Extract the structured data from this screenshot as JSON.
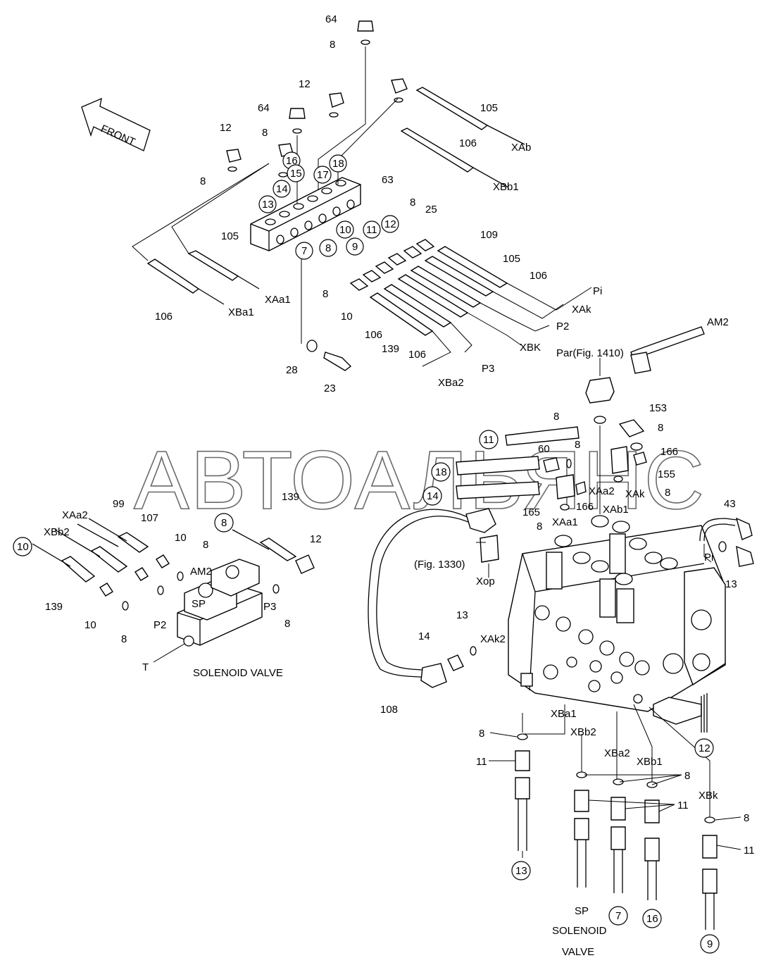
{
  "watermark": "АВТОАЛЬЯНС",
  "direction_label": "FRONT",
  "captions": {
    "solenoid_valve": "SOLENOID VALVE",
    "solenoid": "SOLENOID",
    "valve": "VALVE",
    "fig1330": "(Fig. 1330)",
    "fig1410": "Par(Fig. 1410)"
  },
  "ports": {
    "XAb": "XAb",
    "XBb1": "XBb1",
    "XAa1": "XAa1",
    "XBa1": "XBa1",
    "Pi": "Pi",
    "XAk": "XAk",
    "P2": "P2",
    "XBK": "XBK",
    "P3": "P3",
    "XBa2": "XBa2",
    "AM2": "AM2",
    "XAa2": "XAa2",
    "XBb2": "XBb2",
    "SP": "SP",
    "T": "T",
    "Xop": "Xop",
    "XAk2": "XAk2",
    "XAb1": "XAb1",
    "XBk": "XBk",
    "XBb1_low": "XBb1",
    "XBa2_low": "XBa2",
    "XBb2_low": "XBb2",
    "XBa1_low": "XBa1",
    "XAa1_low": "XAa1",
    "XAa2_low": "XAa2",
    "XAk_low": "XAk",
    "Pi_low": "Pi",
    "AM2_low": "AM2",
    "P2_low": "P2",
    "P3_low": "P3",
    "SP_low": "SP"
  },
  "part_numbers": {
    "n64": "64",
    "n8": "8",
    "n12": "12",
    "n105": "105",
    "n106": "106",
    "n63": "63",
    "n25": "25",
    "n109": "109",
    "n28": "28",
    "n23": "23",
    "n10": "10",
    "n139": "139",
    "n153": "153",
    "n60": "60",
    "n166": "166",
    "n155": "155",
    "n165": "165",
    "n43": "43",
    "n13": "13",
    "n99": "99",
    "n107": "107",
    "n14": "14",
    "n108": "108",
    "n11": "11"
  },
  "circled_refs": {
    "c7": "7",
    "c8": "8",
    "c9": "9",
    "c10": "10",
    "c11": "11",
    "c12": "12",
    "c13": "13",
    "c14": "14",
    "c15": "15",
    "c16": "16",
    "c17": "17",
    "c18": "18"
  }
}
